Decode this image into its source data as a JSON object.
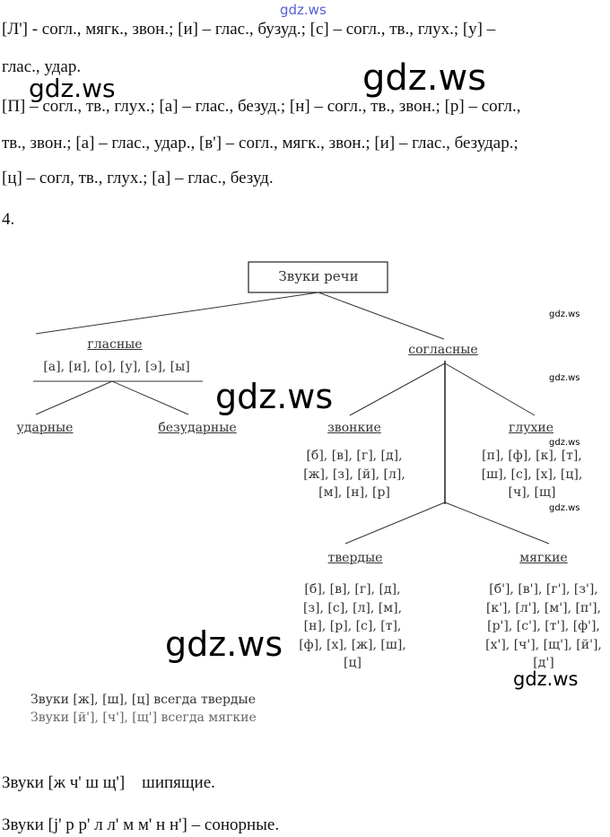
{
  "watermark": "gdz.ws",
  "paragraphs": [
    "[Л'] - согл., мягк., звон.; [и] – глас., бузуд.; [с] – согл., тв., глух.; [у] –",
    "глас., удар.",
    "[П] – согл., тв., глух.; [а] – глас., безуд.; [н] – согл., тв., звон.; [р] – согл.,",
    "тв., звон.; [а] – глас., удар., [в'] – согл., мягк., звон.; [и] – глас., безудар.;",
    "[ц] – согл, тв., глух.; [а] – глас., безуд."
  ],
  "task_number": "4.",
  "diagram": {
    "root": "Звуки речи",
    "vowels": {
      "label": "гласные",
      "list": "[а], [и], [о], [у], [э], [ы]",
      "children": [
        "ударные",
        "безударные"
      ]
    },
    "consonants": {
      "label": "согласные",
      "voiced": {
        "label": "звонкие",
        "lines": [
          "[б], [в], [г], [д],",
          "[ж], [з], [й], [л],",
          "[м], [н], [р]"
        ]
      },
      "voiceless": {
        "label": "глухие",
        "lines": [
          "[п], [ф], [к], [т],",
          "[ш], [с], [х], [ц],",
          "[ч], [щ]"
        ]
      },
      "hard": {
        "label": "твердые",
        "lines": [
          "[б], [в], [г], [д],",
          "[з], [с], [л], [м],",
          "[н], [р], [с], [т],",
          "[ф], [х], [ж], [ш],",
          "[ц]"
        ]
      },
      "soft": {
        "label": "мягкие",
        "lines": [
          "[б'], [в'], [г'], [з'],",
          "[к'], [л'], [м'], [п'],",
          "[р'], [с'], [т'], [ф'],",
          "[х'], [ч'], [щ'], [й'],",
          "[д']"
        ]
      }
    },
    "notes": [
      "Звуки [ж], [ш], [ц] всегда твердые",
      "Звуки [й'], [ч'], [щ'] всегда мягкие"
    ]
  },
  "sentences": [
    "Звуки [ж ч' ш щ']    шипящие.",
    "Звуки [j' р р' л л' м м' н н'] – сонорные."
  ]
}
